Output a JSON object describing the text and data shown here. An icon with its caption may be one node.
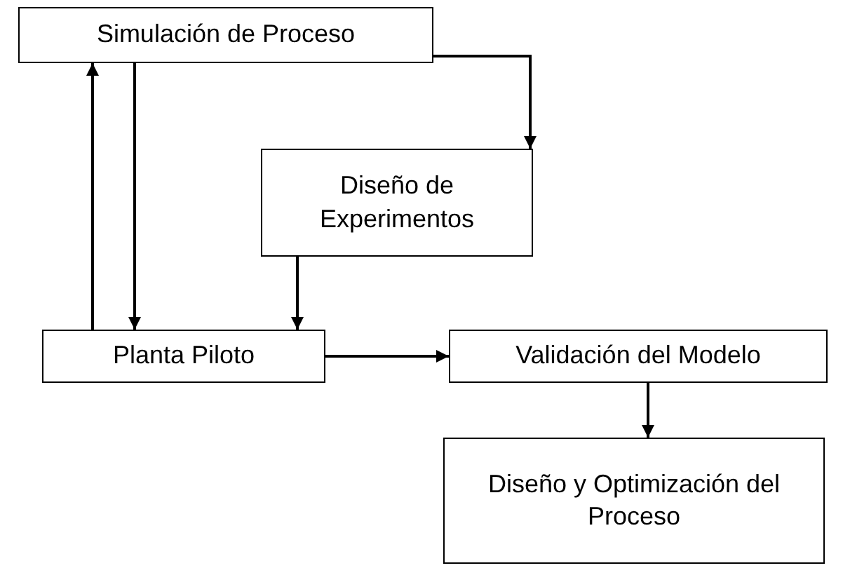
{
  "diagram": {
    "nodes": [
      {
        "text": [
          "Simulación de Proceso"
        ]
      },
      {
        "text": [
          "Diseño de Experimentos"
        ]
      },
      {
        "text": [
          "Planta Piloto"
        ]
      },
      {
        "text": [
          "Validación del Modelo"
        ]
      },
      {
        "text": [
          "Diseño y Optimización del Proceso"
        ]
      }
    ],
    "edges": [
      {
        "from": 0,
        "to": 1,
        "arrow": "to"
      },
      {
        "from": 2,
        "to": 0,
        "arrow": "to"
      },
      {
        "from": 0,
        "to": 2,
        "arrow": "to"
      },
      {
        "from": 1,
        "to": 2,
        "arrow": "to"
      },
      {
        "from": 2,
        "to": 3,
        "arrow": "to"
      },
      {
        "from": 3,
        "to": 4,
        "arrow": "to"
      }
    ]
  }
}
